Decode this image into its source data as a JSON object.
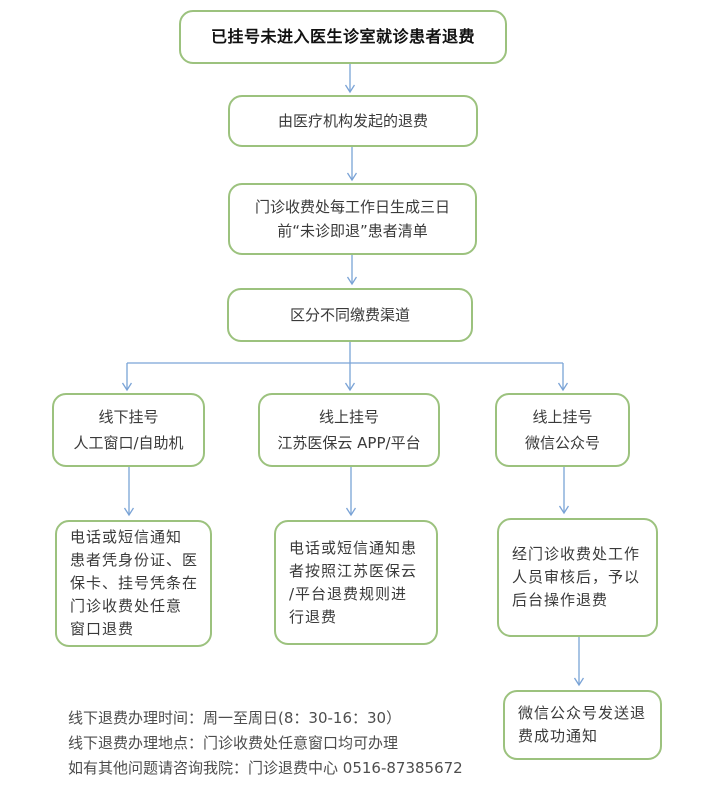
{
  "diagram": {
    "type": "flowchart",
    "title": "已挂号未进入医生诊室就诊患者退费",
    "colors": {
      "node_border": "#9cc27e",
      "arrow": "#7aa3d6",
      "node_text": "#3a3a3a",
      "title_text": "#111111",
      "note_text": "#4d4d4d",
      "background": "#ffffff"
    },
    "nodes": {
      "start": {
        "lines": [
          "已挂号未进入医生诊室就诊患者退费"
        ]
      },
      "initiated_by_org": {
        "lines": [
          "由医疗机构发起的退费"
        ]
      },
      "generate_list": {
        "lines": [
          "门诊收费处每工作日生成三日",
          "前“未诊即退”患者清单"
        ]
      },
      "distinguish_channel": {
        "lines": [
          "区分不同缴费渠道"
        ]
      },
      "offline_register": {
        "lines": [
          "线下挂号",
          "人工窗口/自助机"
        ]
      },
      "online_app_register": {
        "lines": [
          "线上挂号",
          "江苏医保云 APP/平台"
        ]
      },
      "online_wechat_register": {
        "lines": [
          "线上挂号",
          "微信公众号"
        ]
      },
      "offline_refund_detail": {
        "lines": [
          "电话或短信通知",
          "患者凭身份证、医",
          "保卡、挂号凭条在",
          "门诊收费处任意",
          "窗口退费"
        ]
      },
      "app_refund_detail": {
        "lines": [
          "电话或短信通知患",
          "者按照江苏医保云",
          "/平台退费规则进",
          "行退费"
        ]
      },
      "wechat_refund_detail": {
        "lines": [
          "经门诊收费处工作",
          "人员审核后，予以",
          "后台操作退费"
        ]
      },
      "wechat_success_notice": {
        "lines": [
          "微信公众号发送退",
          "费成功通知"
        ]
      }
    },
    "edges": [
      {
        "from": "start",
        "to": "initiated_by_org"
      },
      {
        "from": "initiated_by_org",
        "to": "generate_list"
      },
      {
        "from": "generate_list",
        "to": "distinguish_channel"
      },
      {
        "from": "distinguish_channel",
        "to": "offline_register"
      },
      {
        "from": "distinguish_channel",
        "to": "online_app_register"
      },
      {
        "from": "distinguish_channel",
        "to": "online_wechat_register"
      },
      {
        "from": "offline_register",
        "to": "offline_refund_detail"
      },
      {
        "from": "online_app_register",
        "to": "app_refund_detail"
      },
      {
        "from": "online_wechat_register",
        "to": "wechat_refund_detail"
      },
      {
        "from": "wechat_refund_detail",
        "to": "wechat_success_notice"
      }
    ]
  },
  "notes": {
    "lines": [
      "线下退费办理时间：周一至周日(8：30-16：30）",
      "线下退费办理地点：门诊收费处任意窗口均可办理",
      "如有其他问题请咨询我院：门诊退费中心 0516-87385672"
    ]
  }
}
